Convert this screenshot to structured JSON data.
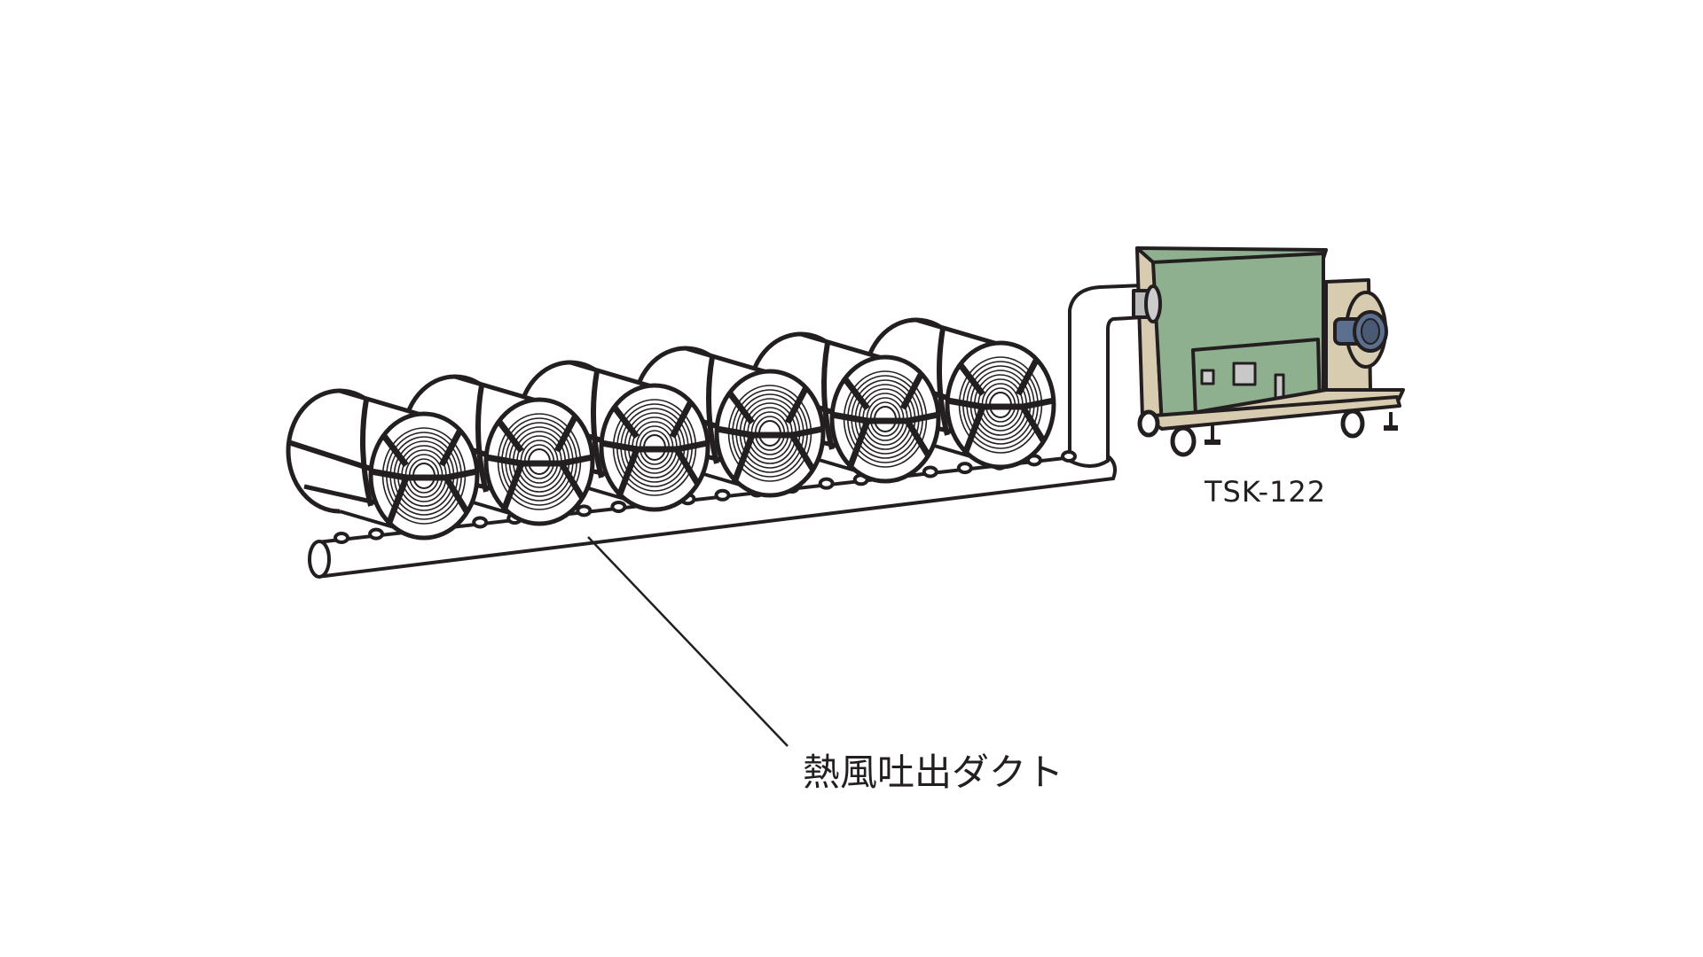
{
  "labels": {
    "model": "TSK-122",
    "duct": "熱風吐出ダクト"
  },
  "colors": {
    "machine_green": "#8fb08e",
    "machine_beige": "#d8ccb0",
    "motor_blue": "#5d6f8e",
    "line": "#231f20"
  },
  "coil_count": 6
}
